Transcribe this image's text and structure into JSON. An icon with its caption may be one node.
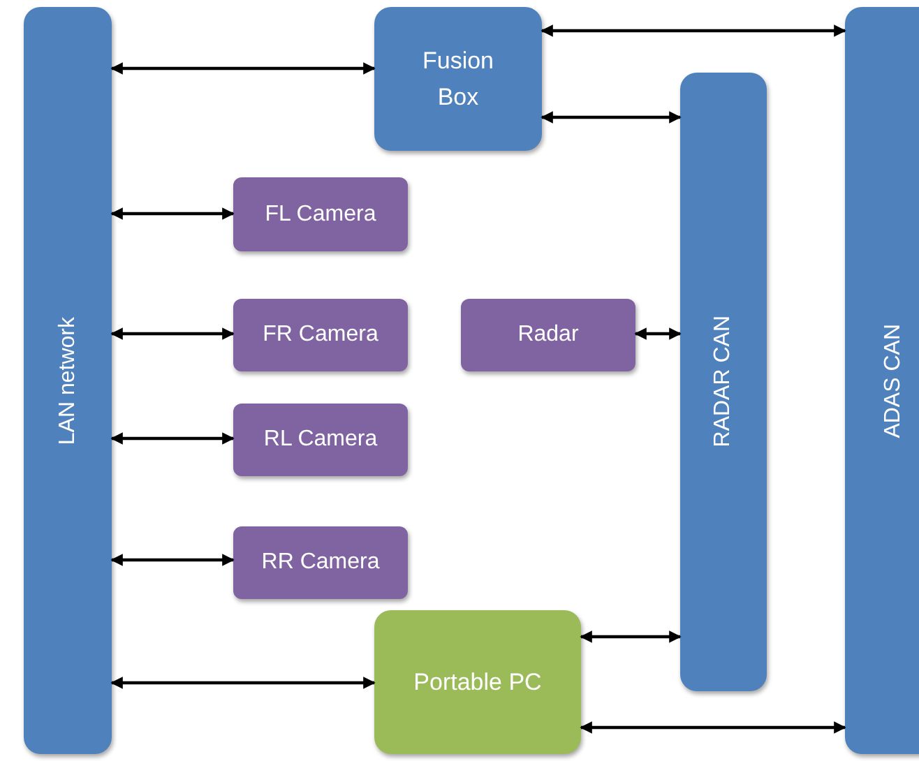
{
  "diagram": {
    "nodes": [
      {
        "text": [
          "LAN network"
        ]
      },
      {
        "text": [
          "Fusion Box"
        ]
      },
      {
        "text": [
          "ADAS CAN"
        ]
      },
      {
        "text": [
          "RADAR CAN"
        ]
      },
      {
        "text": [
          "FL Camera"
        ]
      },
      {
        "text": [
          "FR Camera"
        ]
      },
      {
        "text": [
          "Radar"
        ]
      },
      {
        "text": [
          "RL Camera"
        ]
      },
      {
        "text": [
          "RR Camera"
        ]
      },
      {
        "text": [
          "Portable PC"
        ]
      }
    ],
    "edges": [
      {
        "from": 1,
        "to": 2,
        "arrow": "both"
      },
      {
        "from": 0,
        "to": 1,
        "arrow": "both"
      },
      {
        "from": 1,
        "to": 3,
        "arrow": "both"
      },
      {
        "from": 0,
        "to": 4,
        "arrow": "both"
      },
      {
        "from": 0,
        "to": 5,
        "arrow": "both"
      },
      {
        "from": 6,
        "to": 3,
        "arrow": "both"
      },
      {
        "from": 0,
        "to": 7,
        "arrow": "both"
      },
      {
        "from": 0,
        "to": 8,
        "arrow": "both"
      },
      {
        "from": 9,
        "to": 3,
        "arrow": "both"
      },
      {
        "from": 0,
        "to": 9,
        "arrow": "both"
      },
      {
        "from": 9,
        "to": 2,
        "arrow": "both"
      }
    ]
  }
}
